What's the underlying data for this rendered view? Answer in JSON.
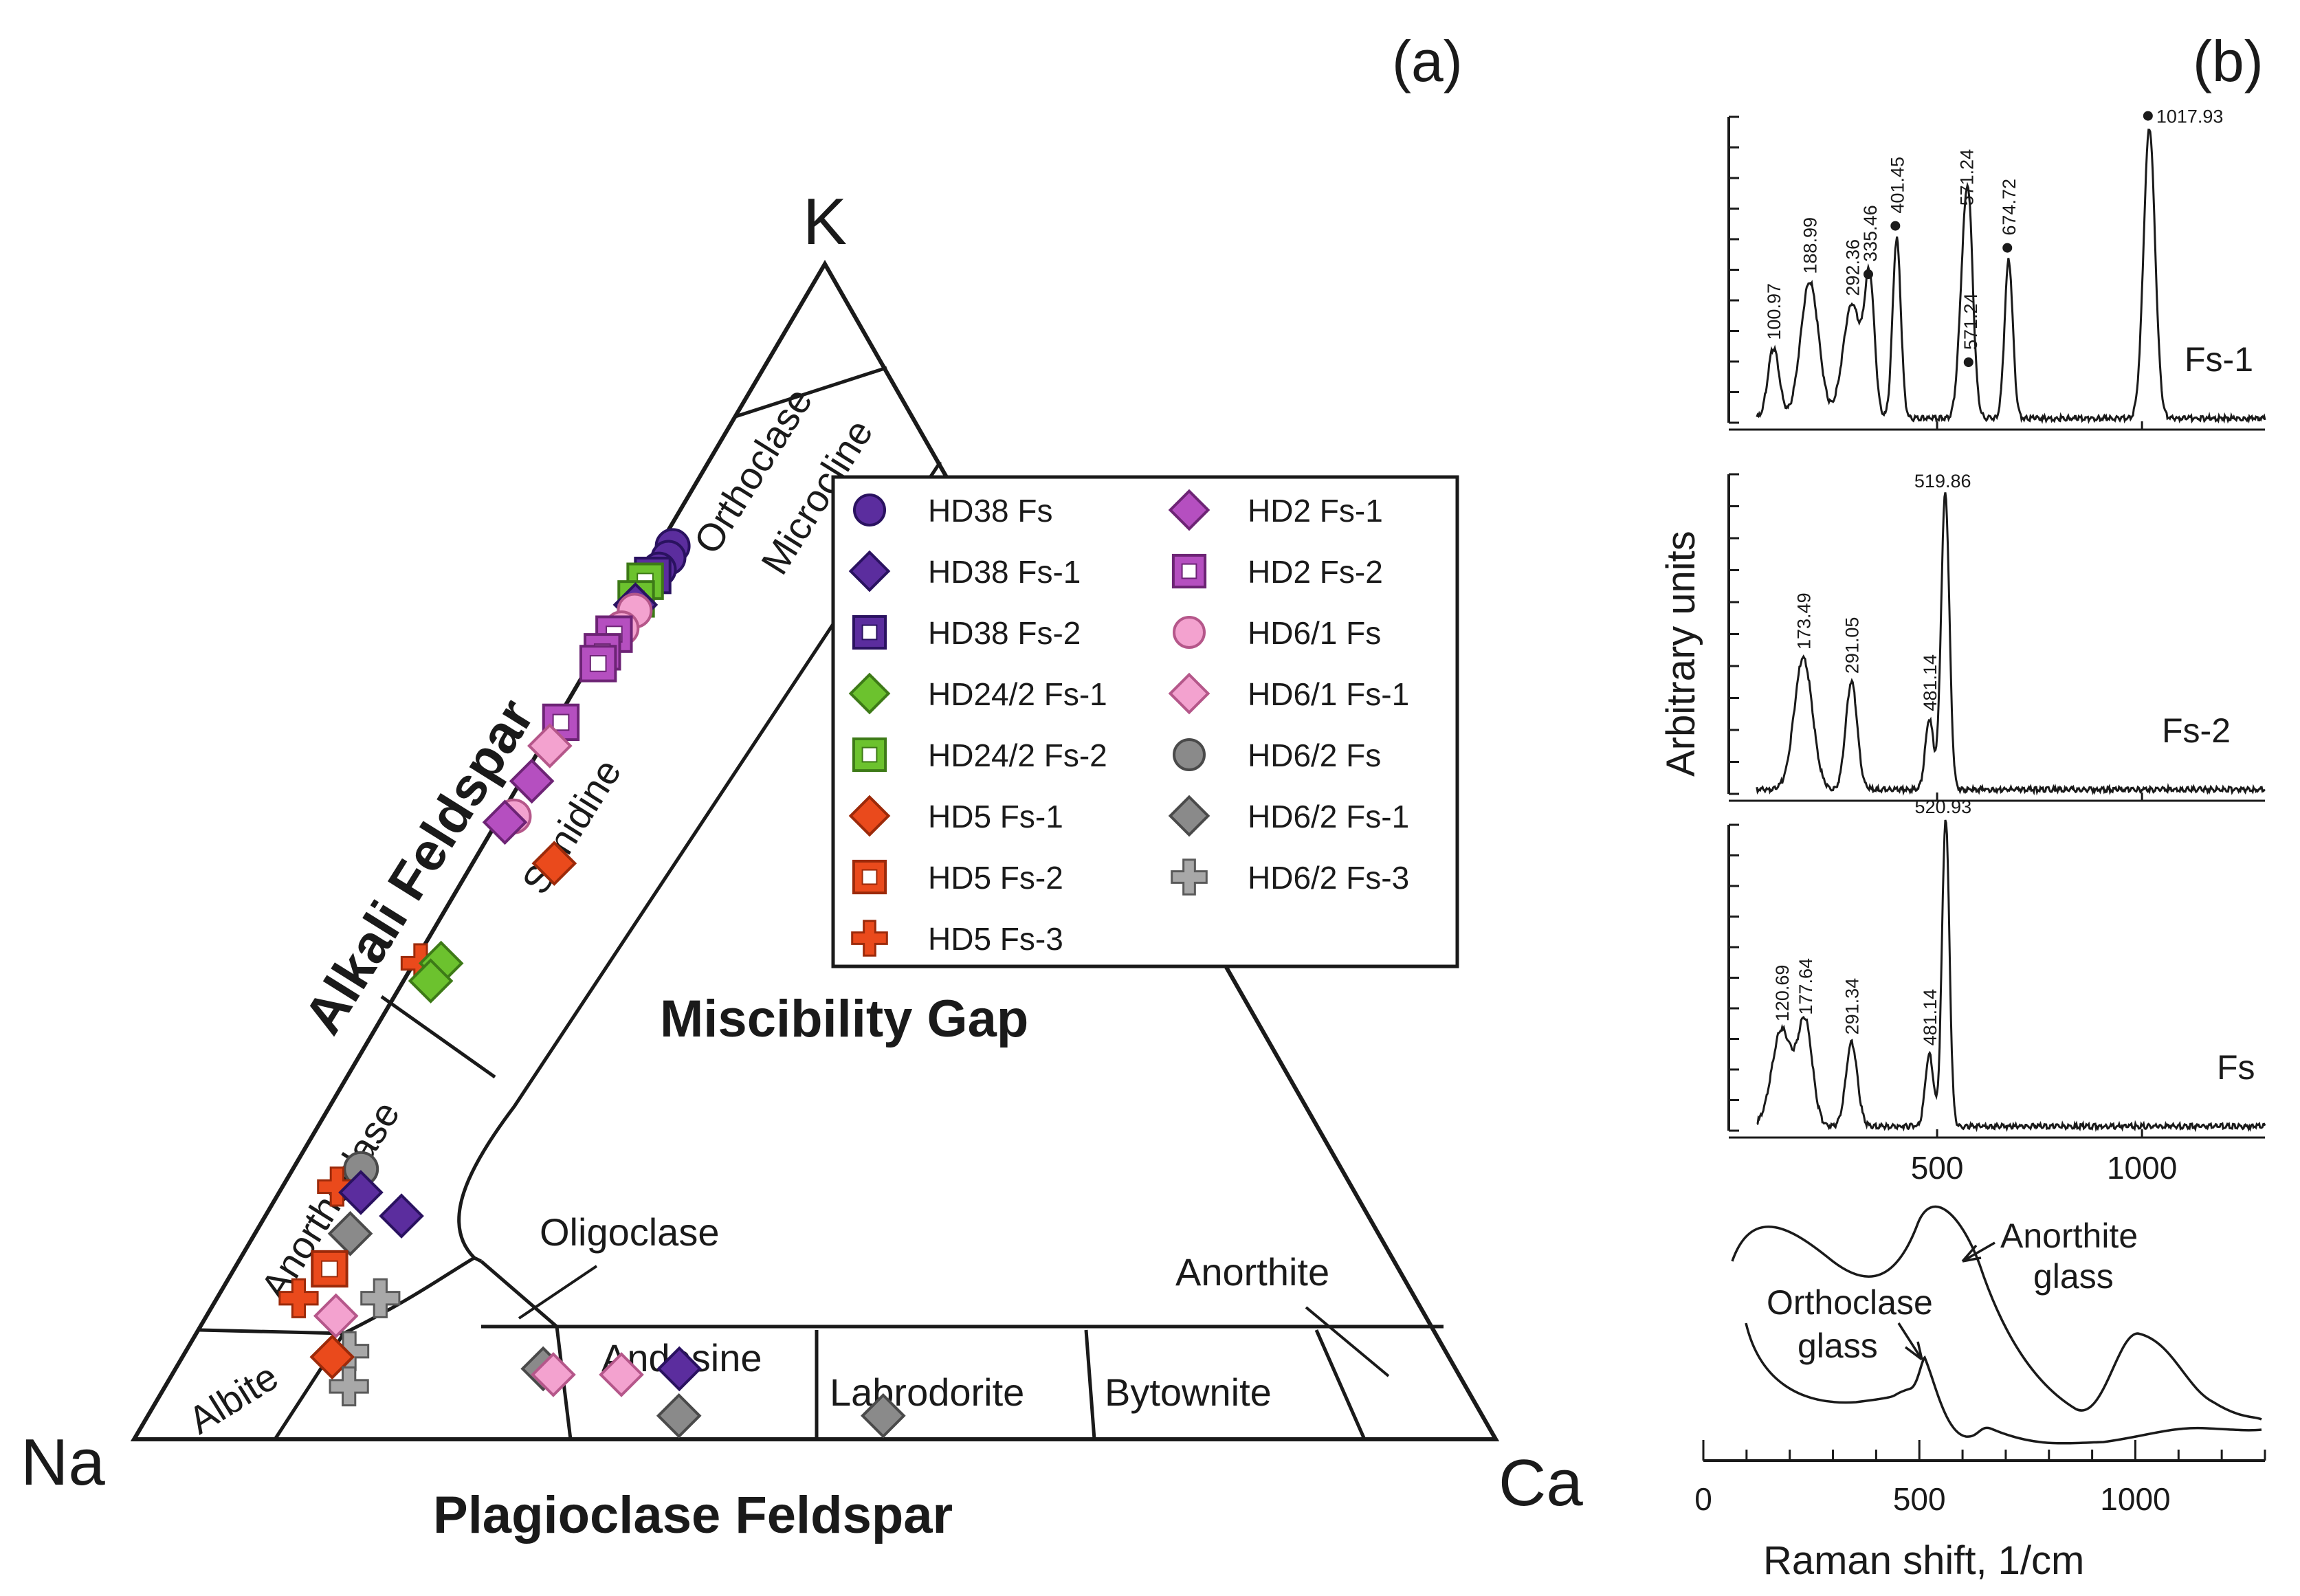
{
  "panel_labels": {
    "a": "(a)",
    "b": "(b)"
  },
  "ternary": {
    "vertices": {
      "top": "K",
      "left": "Na",
      "right": "Ca"
    },
    "field_labels": {
      "orthoclase": "Orthoclase",
      "microcline": "Microcline",
      "sanidine": "Sanidine",
      "anorthoclase": "Anorthoclase",
      "albite": "Albite",
      "oligoclase": "Oligoclase",
      "andesine": "Andesine",
      "labradorite": "Labrodorite",
      "bytownite": "Bytownite",
      "anorthite": "Anorthite"
    },
    "group_labels": {
      "alkali": "Alkali Feldspar",
      "plagioclase": "Plagioclase Feldspar",
      "gap": "Miscibility Gap"
    },
    "legend": [
      {
        "key": "hd38fs",
        "name": "HD38 Fs"
      },
      {
        "key": "hd38fs1",
        "name": "HD38 Fs-1"
      },
      {
        "key": "hd38fs2",
        "name": "HD38 Fs-2"
      },
      {
        "key": "hd242fs1",
        "name": "HD24/2 Fs-1"
      },
      {
        "key": "hd242fs2",
        "name": "HD24/2 Fs-2"
      },
      {
        "key": "hd5fs1",
        "name": "HD5 Fs-1"
      },
      {
        "key": "hd5fs2",
        "name": "HD5 Fs-2"
      },
      {
        "key": "hd5fs3",
        "name": "HD5 Fs-3"
      },
      {
        "key": "hd2fs1",
        "name": "HD2 Fs-1"
      },
      {
        "key": "hd2fs2",
        "name": "HD2 Fs-2"
      },
      {
        "key": "hd61fs",
        "name": "HD6/1 Fs"
      },
      {
        "key": "hd61fs1",
        "name": "HD6/1 Fs-1"
      },
      {
        "key": "hd62fs",
        "name": "HD6/2 Fs"
      },
      {
        "key": "hd62fs1",
        "name": "HD6/2 Fs-1"
      },
      {
        "key": "hd62fs3",
        "name": "HD6/2 Fs-3"
      }
    ],
    "marker_styles": {
      "hd38fs": {
        "shape": "circle",
        "fill": "#5b2d9e",
        "stroke": "#2a1260"
      },
      "hd38fs1": {
        "shape": "diamond",
        "fill": "#5b2d9e",
        "stroke": "#2a1260"
      },
      "hd38fs2": {
        "shape": "hsquare",
        "fill": "#5b2d9e",
        "stroke": "#2a1260"
      },
      "hd242fs1": {
        "shape": "diamond",
        "fill": "#6cc22e",
        "stroke": "#3d7a17"
      },
      "hd242fs2": {
        "shape": "hsquare",
        "fill": "#6cc22e",
        "stroke": "#3d7a17"
      },
      "hd5fs1": {
        "shape": "diamond",
        "fill": "#ea4a1c",
        "stroke": "#9c2a0a"
      },
      "hd5fs2": {
        "shape": "hsquare",
        "fill": "#ea4a1c",
        "stroke": "#9c2a0a"
      },
      "hd5fs3": {
        "shape": "cross",
        "fill": "#ea4a1c",
        "stroke": "#9c2a0a"
      },
      "hd2fs1": {
        "shape": "diamond",
        "fill": "#b54fc0",
        "stroke": "#6d2475"
      },
      "hd2fs2": {
        "shape": "hsquare",
        "fill": "#b54fc0",
        "stroke": "#6d2475"
      },
      "hd61fs": {
        "shape": "circle",
        "fill": "#f3a2cf",
        "stroke": "#b5578a"
      },
      "hd61fs1": {
        "shape": "diamond",
        "fill": "#f3a2cf",
        "stroke": "#b5578a"
      },
      "hd62fs": {
        "shape": "circle",
        "fill": "#8a8a8a",
        "stroke": "#4a4a4a"
      },
      "hd62fs1": {
        "shape": "diamond",
        "fill": "#8a8a8a",
        "stroke": "#4a4a4a"
      },
      "hd62fs3": {
        "shape": "cross",
        "fill": "#a8a8a8",
        "stroke": "#5a5a5a"
      }
    },
    "points": [
      {
        "s": "hd38fs",
        "k": 0.76,
        "ca": 0.01
      },
      {
        "s": "hd38fs",
        "k": 0.75,
        "ca": 0.012
      },
      {
        "s": "hd38fs",
        "k": 0.74,
        "ca": 0.01
      },
      {
        "s": "hd38fs2",
        "k": 0.735,
        "ca": 0.008
      },
      {
        "s": "hd242fs2",
        "k": 0.73,
        "ca": 0.005
      },
      {
        "s": "hd242fs2",
        "k": 0.715,
        "ca": 0.006
      },
      {
        "s": "hd38fs1",
        "k": 0.71,
        "ca": 0.008
      },
      {
        "s": "hd61fs",
        "k": 0.705,
        "ca": 0.01
      },
      {
        "s": "hd61fs",
        "k": 0.69,
        "ca": 0.008
      },
      {
        "s": "hd2fs2",
        "k": 0.685,
        "ca": 0.005
      },
      {
        "s": "hd2fs2",
        "k": 0.67,
        "ca": 0.004
      },
      {
        "s": "hd2fs2",
        "k": 0.66,
        "ca": 0.006
      },
      {
        "s": "hd2fs2",
        "k": 0.61,
        "ca": 0.004
      },
      {
        "s": "hd61fs1",
        "k": 0.59,
        "ca": 0.006
      },
      {
        "s": "hd2fs1",
        "k": 0.56,
        "ca": 0.008
      },
      {
        "s": "hd61fs",
        "k": 0.53,
        "ca": 0.01
      },
      {
        "s": "hd2fs1",
        "k": 0.525,
        "ca": 0.006
      },
      {
        "s": "hd5fs1",
        "k": 0.49,
        "ca": 0.06
      },
      {
        "s": "hd5fs3",
        "k": 0.405,
        "ca": 0.005
      },
      {
        "s": "hd242fs1",
        "k": 0.405,
        "ca": 0.02
      },
      {
        "s": "hd242fs1",
        "k": 0.39,
        "ca": 0.02
      },
      {
        "s": "hd62fs",
        "k": 0.23,
        "ca": 0.05
      },
      {
        "s": "hd5fs3",
        "k": 0.215,
        "ca": 0.04
      },
      {
        "s": "hd38fs1",
        "k": 0.21,
        "ca": 0.06
      },
      {
        "s": "hd38fs1",
        "k": 0.19,
        "ca": 0.1
      },
      {
        "s": "hd62fs1",
        "k": 0.175,
        "ca": 0.07
      },
      {
        "s": "hd5fs2",
        "k": 0.145,
        "ca": 0.07
      },
      {
        "s": "hd5fs3",
        "k": 0.12,
        "ca": 0.06
      },
      {
        "s": "hd62fs3",
        "k": 0.12,
        "ca": 0.12
      },
      {
        "s": "hd61fs1",
        "k": 0.105,
        "ca": 0.095
      },
      {
        "s": "hd62fs3",
        "k": 0.075,
        "ca": 0.12
      },
      {
        "s": "hd5fs1",
        "k": 0.07,
        "ca": 0.11
      },
      {
        "s": "hd62fs3",
        "k": 0.045,
        "ca": 0.135
      },
      {
        "s": "hd62fs1",
        "k": 0.06,
        "ca": 0.27
      },
      {
        "s": "hd61fs1",
        "k": 0.055,
        "ca": 0.28
      },
      {
        "s": "hd61fs1",
        "k": 0.055,
        "ca": 0.33
      },
      {
        "s": "hd38fs1",
        "k": 0.06,
        "ca": 0.37
      },
      {
        "s": "hd62fs1",
        "k": 0.02,
        "ca": 0.39
      },
      {
        "s": "hd62fs1",
        "k": 0.02,
        "ca": 0.54
      }
    ]
  },
  "raman": {
    "ylabel": "Arbitrary units",
    "xlabel": "Raman shift, 1/cm",
    "xticks": [
      "0",
      "500",
      "1000"
    ],
    "xrange": [
      0,
      1300
    ],
    "spectra": [
      {
        "name": "Fs-1",
        "peaks": [
          {
            "x": 100.97,
            "h": 0.32,
            "w": 14,
            "label": "100.97",
            "dot": false
          },
          {
            "x": 188.99,
            "h": 0.62,
            "w": 22,
            "label": "188.99",
            "dot": false
          },
          {
            "x": 292.36,
            "h": 0.52,
            "w": 22,
            "label": "292.36",
            "dot": false
          },
          {
            "x": 335.46,
            "h": 0.6,
            "w": 12,
            "label": "335.46",
            "dot": true
          },
          {
            "x": 401.45,
            "h": 0.82,
            "w": 10,
            "label": "401.45",
            "dot": true
          },
          {
            "x": 571.24,
            "h": 0.93,
            "w": 14,
            "label": "571.24",
            "dot": false
          },
          {
            "x": 580,
            "h": 0.2,
            "w": 8,
            "label": "571.24",
            "dot": true
          },
          {
            "x": 674.72,
            "h": 0.72,
            "w": 10,
            "label": "674.72",
            "dot": true
          },
          {
            "x": 1017.93,
            "h": 1.32,
            "w": 14,
            "label": "1017.93",
            "dot": true
          }
        ]
      },
      {
        "name": "Fs-2",
        "peaks": [
          {
            "x": 173.49,
            "h": 0.6,
            "w": 22,
            "label": "173.49",
            "dot": false
          },
          {
            "x": 291.05,
            "h": 0.49,
            "w": 14,
            "label": "291.05",
            "dot": false
          },
          {
            "x": 481.14,
            "h": 0.32,
            "w": 10,
            "label": "481.14",
            "dot": false
          },
          {
            "x": 519.86,
            "h": 1.35,
            "w": 10,
            "label": "519.86",
            "dot": false
          }
        ]
      },
      {
        "name": "Fs",
        "peaks": [
          {
            "x": 120.69,
            "h": 0.44,
            "w": 24,
            "label": "120.69",
            "dot": false
          },
          {
            "x": 177.64,
            "h": 0.47,
            "w": 18,
            "label": "177.64",
            "dot": false
          },
          {
            "x": 291.34,
            "h": 0.38,
            "w": 14,
            "label": "291.34",
            "dot": false
          },
          {
            "x": 481.14,
            "h": 0.33,
            "w": 10,
            "label": "481.14",
            "dot": false
          },
          {
            "x": 520.93,
            "h": 1.4,
            "w": 9,
            "label": "520.93",
            "dot": false
          }
        ]
      }
    ],
    "glass_labels": {
      "anorthite_1": "Anorthite",
      "anorthite_2": "glass",
      "orthoclase_1": "Orthoclase",
      "orthoclase_2": "glass"
    }
  }
}
